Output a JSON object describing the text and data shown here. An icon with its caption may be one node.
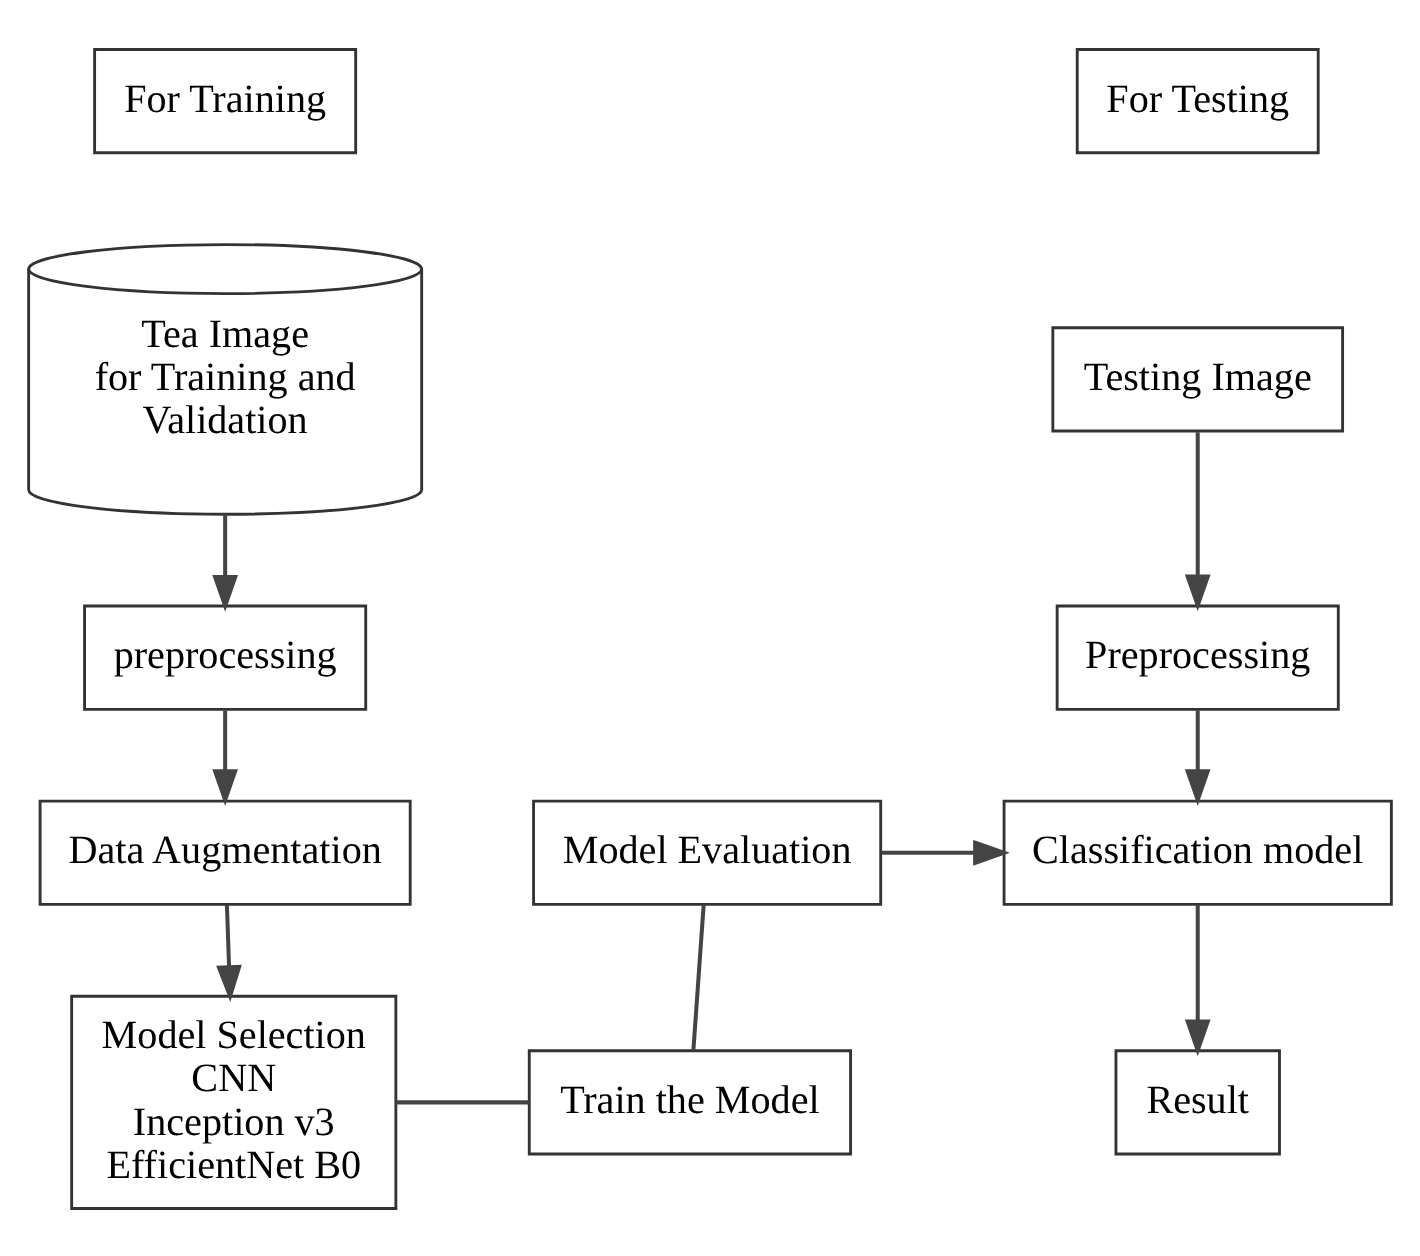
{
  "diagram": {
    "nodes": [
      {
        "text": [
          "For Training"
        ]
      },
      {
        "text": [
          "Tea Image for Training and Validation"
        ]
      },
      {
        "text": [
          "preprocessing"
        ]
      },
      {
        "text": [
          "Data Augmentation"
        ]
      },
      {
        "text": [
          "Model Selection",
          "CNN",
          "Inception v3",
          "EfficientNet B0"
        ]
      },
      {
        "text": [
          "Train the Model"
        ]
      },
      {
        "text": [
          "Model Evaluation"
        ]
      },
      {
        "text": [
          "For Testing"
        ]
      },
      {
        "text": [
          "Testing Image"
        ]
      },
      {
        "text": [
          "Preprocessing"
        ]
      },
      {
        "text": [
          "Classification model"
        ]
      },
      {
        "text": [
          "Result"
        ]
      }
    ],
    "edges": [
      {
        "from": 1,
        "to": 2,
        "arrow": "to"
      },
      {
        "from": 2,
        "to": 3,
        "arrow": "to"
      },
      {
        "from": 3,
        "to": 4,
        "arrow": "to"
      },
      {
        "from": 4,
        "to": 5,
        "arrow": "none"
      },
      {
        "from": 5,
        "to": 6,
        "arrow": "none"
      },
      {
        "from": 6,
        "to": 10,
        "arrow": "to"
      },
      {
        "from": 8,
        "to": 9,
        "arrow": "to"
      },
      {
        "from": 9,
        "to": 10,
        "arrow": "to"
      },
      {
        "from": 10,
        "to": 11,
        "arrow": "to"
      }
    ]
  }
}
